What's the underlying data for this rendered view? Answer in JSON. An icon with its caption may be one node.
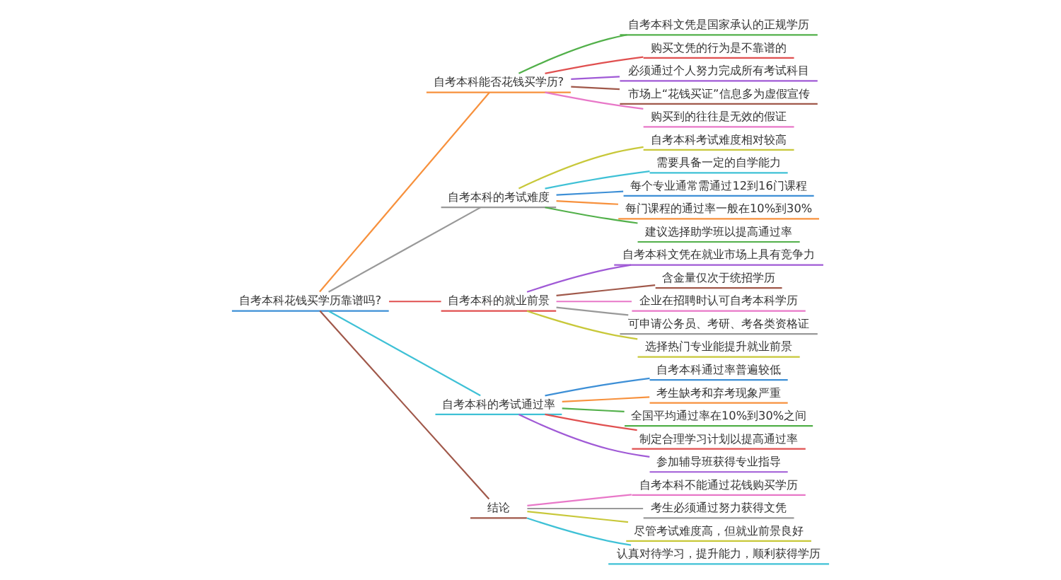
{
  "diagram": {
    "nodes": [
      {
        "text": [
          "自考本科花钱买学历靠谱吗?"
        ]
      },
      {
        "text": [
          "自考本科能否花钱买学历?"
        ]
      },
      {
        "text": [
          "自考本科文凭是国家承认的正规学历"
        ]
      },
      {
        "text": [
          "购买文凭的行为是不靠谱的"
        ]
      },
      {
        "text": [
          "必须通过个人努力完成所有考试科目"
        ]
      },
      {
        "text": [
          "市场上“花钱买证”信息多为虚假宣传"
        ]
      },
      {
        "text": [
          "购买到的往往是无效的假证"
        ]
      },
      {
        "text": [
          "自考本科的考试难度"
        ]
      },
      {
        "text": [
          "自考本科考试难度相对较高"
        ]
      },
      {
        "text": [
          "需要具备一定的自学能力"
        ]
      },
      {
        "text": [
          "每个专业通常需通过12到16门课程"
        ]
      },
      {
        "text": [
          "每门课程的通过率一般在10%到30%"
        ]
      },
      {
        "text": [
          "建议选择助学班以提高通过率"
        ]
      },
      {
        "text": [
          "自考本科的就业前景"
        ]
      },
      {
        "text": [
          "自考本科文凭在就业市场上具有竞争力"
        ]
      },
      {
        "text": [
          "含金量仅次于统招学历"
        ]
      },
      {
        "text": [
          "企业在招聘时认可自考本科学历"
        ]
      },
      {
        "text": [
          "可申请公务员、考研、考各类资格证"
        ]
      },
      {
        "text": [
          "选择热门专业能提升就业前景"
        ]
      },
      {
        "text": [
          "自考本科的考试通过率"
        ]
      },
      {
        "text": [
          "自考本科通过率普遍较低"
        ]
      },
      {
        "text": [
          "考生缺考和弃考现象严重"
        ]
      },
      {
        "text": [
          "全国平均通过率在10%到30%之间"
        ]
      },
      {
        "text": [
          "制定合理学习计划以提高通过率"
        ]
      },
      {
        "text": [
          "参加辅导班获得专业指导"
        ]
      },
      {
        "text": [
          "结论"
        ]
      },
      {
        "text": [
          "自考本科不能通过花钱购买学历"
        ]
      },
      {
        "text": [
          "考生必须通过努力获得文凭"
        ]
      },
      {
        "text": [
          "尽管考试难度高，但就业前景良好"
        ]
      },
      {
        "text": [
          "认真对待学习，提升能力，顺利获得学历"
        ]
      }
    ],
    "edges": [
      {
        "from": 0,
        "to": 1,
        "arrow": "none",
        "color": "#f7913d"
      },
      {
        "from": 1,
        "to": 2,
        "arrow": "none",
        "color": "#52b04a"
      },
      {
        "from": 1,
        "to": 3,
        "arrow": "none",
        "color": "#e05050"
      },
      {
        "from": 1,
        "to": 4,
        "arrow": "none",
        "color": "#a05ad6"
      },
      {
        "from": 1,
        "to": 5,
        "arrow": "none",
        "color": "#a0584a"
      },
      {
        "from": 1,
        "to": 6,
        "arrow": "none",
        "color": "#e878c8"
      },
      {
        "from": 0,
        "to": 7,
        "arrow": "none",
        "color": "#999999"
      },
      {
        "from": 7,
        "to": 8,
        "arrow": "none",
        "color": "#c8c83a"
      },
      {
        "from": 7,
        "to": 9,
        "arrow": "none",
        "color": "#3fc1d6"
      },
      {
        "from": 7,
        "to": 10,
        "arrow": "none",
        "color": "#3d8fd6"
      },
      {
        "from": 7,
        "to": 11,
        "arrow": "none",
        "color": "#f7913d"
      },
      {
        "from": 7,
        "to": 12,
        "arrow": "none",
        "color": "#52b04a"
      },
      {
        "from": 0,
        "to": 13,
        "arrow": "none",
        "color": "#e05050"
      },
      {
        "from": 13,
        "to": 14,
        "arrow": "none",
        "color": "#a05ad6"
      },
      {
        "from": 13,
        "to": 15,
        "arrow": "none",
        "color": "#a0584a"
      },
      {
        "from": 13,
        "to": 16,
        "arrow": "none",
        "color": "#e878c8"
      },
      {
        "from": 13,
        "to": 17,
        "arrow": "none",
        "color": "#999999"
      },
      {
        "from": 13,
        "to": 18,
        "arrow": "none",
        "color": "#c8c83a"
      },
      {
        "from": 0,
        "to": 19,
        "arrow": "none",
        "color": "#3fc1d6"
      },
      {
        "from": 19,
        "to": 20,
        "arrow": "none",
        "color": "#3d8fd6"
      },
      {
        "from": 19,
        "to": 21,
        "arrow": "none",
        "color": "#f7913d"
      },
      {
        "from": 19,
        "to": 22,
        "arrow": "none",
        "color": "#52b04a"
      },
      {
        "from": 19,
        "to": 23,
        "arrow": "none",
        "color": "#e05050"
      },
      {
        "from": 19,
        "to": 24,
        "arrow": "none",
        "color": "#a05ad6"
      },
      {
        "from": 0,
        "to": 25,
        "arrow": "none",
        "color": "#a0584a"
      },
      {
        "from": 25,
        "to": 26,
        "arrow": "none",
        "color": "#e878c8"
      },
      {
        "from": 25,
        "to": 27,
        "arrow": "none",
        "color": "#999999"
      },
      {
        "from": 25,
        "to": 28,
        "arrow": "none",
        "color": "#c8c83a"
      },
      {
        "from": 25,
        "to": 29,
        "arrow": "none",
        "color": "#3fc1d6"
      }
    ]
  }
}
